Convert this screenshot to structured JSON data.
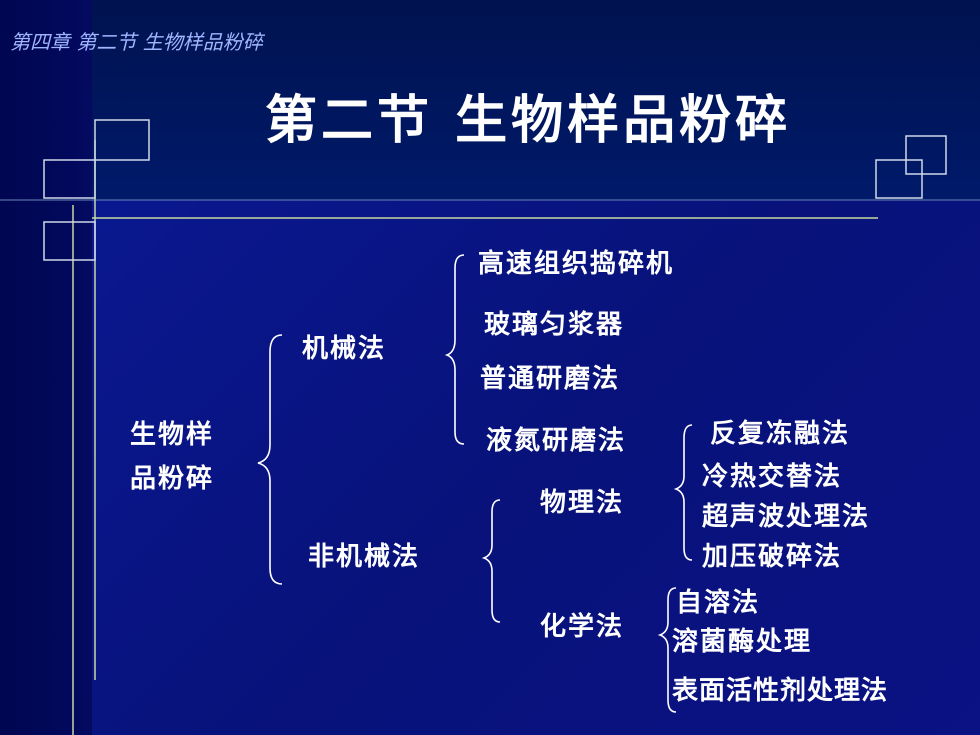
{
  "header": {
    "breadcrumb": "第四章 第二节  生物样品粉碎",
    "title": "第二节  生物样品粉碎"
  },
  "diagram": {
    "root": [
      "生物样",
      "品粉碎"
    ],
    "mechanical": {
      "label": "机械法",
      "items": [
        "高速组织捣碎机",
        "玻璃匀浆器",
        "普通研磨法",
        "液氮研磨法"
      ]
    },
    "non_mechanical": {
      "label": "非机械法",
      "physical": {
        "label": "物理法",
        "items": [
          "反复冻融法",
          "冷热交替法",
          "超声波处理法",
          "加压破碎法"
        ]
      },
      "chemical": {
        "label": "化学法",
        "items": [
          "自溶法",
          "溶菌酶处理",
          "表面活性剂处理法"
        ]
      }
    }
  },
  "colors": {
    "background": "#070a6b",
    "text": "#ffffff",
    "breadcrumb": "#9fb6ff",
    "decor_line": "#c8d8a0"
  }
}
